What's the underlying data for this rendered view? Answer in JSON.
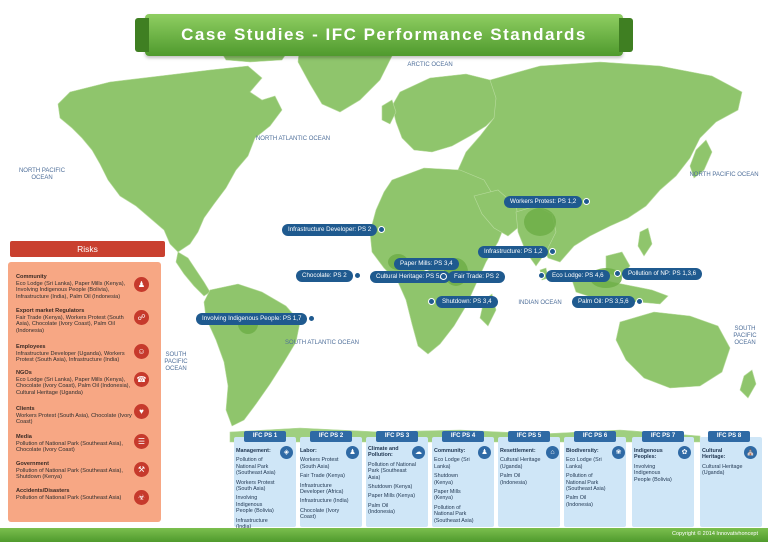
{
  "title": "Case Studies - IFC Performance Standards",
  "oceans": {
    "arctic": "ARCTIC OCEAN",
    "north_atlantic": "NORTH ATLANTIC OCEAN",
    "north_pacific_left": "NORTH PACIFIC OCEAN",
    "north_pacific_right": "NORTH PACIFIC OCEAN",
    "south_atlantic": "SOUTH ATLANTIC OCEAN",
    "south_pacific_left": "SOUTH PACIFIC OCEAN",
    "south_pacific_right": "SOUTH PACIFIC OCEAN",
    "indian": "INDIAN OCEAN"
  },
  "callouts": {
    "workers_protest": "Workers Protest: PS 1,2",
    "infrastructure_developer": "Infrastructure Developer: PS 2",
    "infrastructure": "Infrastructure: PS 1,2",
    "paper_mills": "Paper Mills: PS 3,4",
    "chocolate": "Chocolate: PS 2",
    "cultural_heritage": "Cultural Heritage: PS 5,8",
    "fair_trade": "Fair Trade: PS 2",
    "eco_lodge": "Eco Lodge: PS 4,6",
    "pollution_np": "Pollution of NP: PS 1,3,6",
    "shutdown": "Shutdown: PS 3,4",
    "palm_oil": "Palm Oil: PS 3,5,6",
    "involving_indigenous": "Involving Indigenous People: PS 1,7"
  },
  "risks": {
    "header": "Risks",
    "items": [
      {
        "title": "Community",
        "text": "Eco Lodge (Sri Lanka), Paper Mills (Kenya), Involving Indigenous People (Bolivia), Infrastructure (India), Palm Oil (Indonesia)",
        "icon": "community-icon"
      },
      {
        "title": "Export market Regulators",
        "text": "Fair Trade (Kenya), Workers Protest (South Asia), Chocolate (Ivory Coast), Palm Oil (Indonesia)",
        "icon": "cart-icon"
      },
      {
        "title": "Employees",
        "text": "Infrastructure Developer (Uganda), Workers Protest (South Asia), Infrastructure (India)",
        "icon": "person-icon"
      },
      {
        "title": "NGOs",
        "text": "Eco Lodge (Sri Lanka), Paper Mills (Kenya), Chocolate (Ivory Coast), Palm Oil (Indonesia), Cultural Heritage (Uganda)",
        "icon": "megaphone-icon"
      },
      {
        "title": "Clients",
        "text": "Workers Protest (South Asia), Chocolate (Ivory Coast)",
        "icon": "handshake-icon"
      },
      {
        "title": "Media",
        "text": "Pollution of National Park (Southeast Asia), Chocolate (Ivory Coast)",
        "icon": "newspaper-icon"
      },
      {
        "title": "Government",
        "text": "Pollution of National Park (Southeast Asia), Shutdown (Kenya)",
        "icon": "gavel-icon"
      },
      {
        "title": "Accidents/Disasters",
        "text": "Pollution of National Park (Southeast Asia)",
        "icon": "hazard-icon"
      }
    ]
  },
  "ps": [
    {
      "label": "IFC PS 1",
      "heading": "Management:",
      "items": [
        "Pollution of National Park (Southeast Asia)",
        "Workers Protest (South Asia)",
        "Involving Indigenous People (Bolivia)",
        "Infrastructure (India)"
      ],
      "icon": "network-icon"
    },
    {
      "label": "IFC PS 2",
      "heading": "Labor:",
      "items": [
        "Workers Protest (South Asia)",
        "Fair Trade (Kenya)",
        "Infrastructure Developer (Africa)",
        "Infrastructure (India)",
        "Chocolate (Ivory Coast)"
      ],
      "icon": "workers-icon"
    },
    {
      "label": "IFC PS 3",
      "heading": "Climate and Pollution:",
      "items": [
        "Pollution of National Park (Southeast Asia)",
        "Shutdown (Kenya)",
        "Paper Mills (Kenya)",
        "Palm Oil (Indonesia)"
      ],
      "icon": "cloud-icon"
    },
    {
      "label": "IFC PS 4",
      "heading": "Community:",
      "items": [
        "Eco Lodge (Sri Lanka)",
        "Shutdown (Kenya)",
        "Paper Mills (Kenya)",
        "Pollution of National Park (Southeast Asia)"
      ],
      "icon": "community-icon"
    },
    {
      "label": "IFC PS 5",
      "heading": "Resettlement:",
      "items": [
        "Cultural Heritage (Uganda)",
        "Palm Oil (Indonesia)"
      ],
      "icon": "house-icon"
    },
    {
      "label": "IFC PS 6",
      "heading": "Biodiversity:",
      "items": [
        "Eco Lodge (Sri Lanka)",
        "Pollution of National Park (Southeast Asia)",
        "Palm Oil (Indonesia)"
      ],
      "icon": "leaf-icon"
    },
    {
      "label": "IFC PS 7",
      "heading": "Indigenous Peoples:",
      "items": [
        "Involving Indigenous People (Bolivia)"
      ],
      "icon": "flower-icon"
    },
    {
      "label": "IFC PS 8",
      "heading": "Cultural Heritage:",
      "items": [
        "Cultural Heritage (Uganda)"
      ],
      "icon": "museum-icon"
    }
  ],
  "footer": {
    "copyright": "Copyright © 2014 Innovativhoncept"
  },
  "colors": {
    "land": "#8fc56c",
    "land_dark": "#6fae48",
    "risk_accent": "#c63a2c",
    "ps_accent": "#2f6aa5",
    "callout": "#1f5a8f"
  }
}
